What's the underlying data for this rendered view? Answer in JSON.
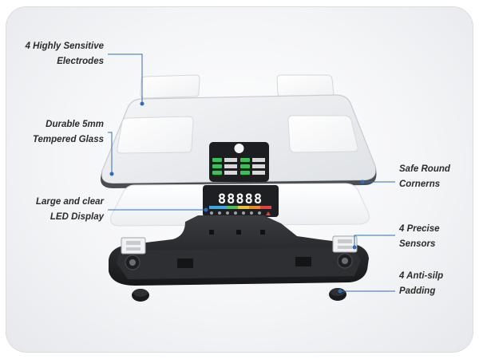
{
  "labels": {
    "electrodes": [
      "4 Highly Sensitive",
      "Electrodes"
    ],
    "glass": [
      "Durable 5mm",
      "Tempered Glass"
    ],
    "led": [
      "Large and clear",
      "LED Display"
    ],
    "corners": [
      "Safe Round",
      "Cornerns"
    ],
    "sensors": [
      "4 Precise",
      "Sensors"
    ],
    "padding": [
      "4 Anti-silp",
      "Padding"
    ]
  },
  "led_readout": "88888",
  "colors": {
    "label_text": "#2b2b2b",
    "callout_line": "#2f6db5",
    "display_bg": "#1d1f22",
    "base": "#2a2c30"
  }
}
